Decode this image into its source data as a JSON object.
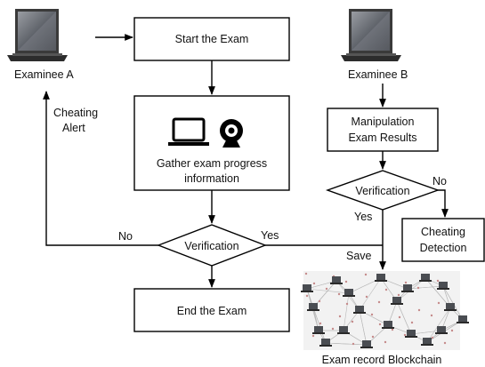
{
  "nodes": {
    "examinee_a": "Examinee A",
    "examinee_b": "Examinee B",
    "start_exam": "Start the Exam",
    "gather_line1": "Gather exam progress",
    "gather_line2": "information",
    "verification_a": "Verification",
    "end_exam": "End the Exam",
    "manipulation_line1": "Manipulation",
    "manipulation_line2": "Exam Results",
    "verification_b": "Verification",
    "cheating_detection_line1": "Cheating",
    "cheating_detection_line2": "Detection",
    "blockchain": "Exam record Blockchain"
  },
  "edges": {
    "cheating_alert_line1": "Cheating",
    "cheating_alert_line2": "Alert",
    "no_a": "No",
    "yes_a": "Yes",
    "no_b": "No",
    "yes_b": "Yes",
    "save": "Save"
  },
  "icons": [
    "laptop-icon",
    "webcam-icon",
    "network-graph"
  ]
}
